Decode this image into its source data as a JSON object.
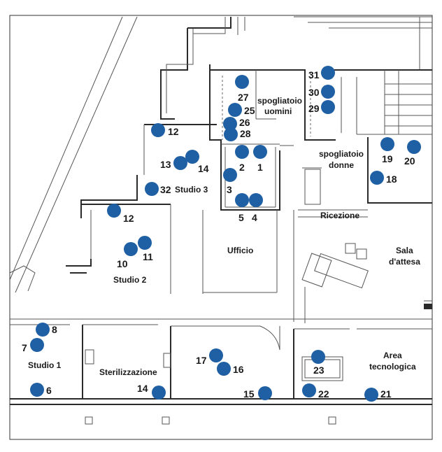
{
  "rooms": {
    "studio1": "Studio 1",
    "sterilizzazione": "Sterilizzazione",
    "studio2": "Studio 2",
    "studio3": "Studio 3",
    "ufficio": "Ufficio",
    "spogliatoio_uomini_1": "spogliatoio",
    "spogliatoio_uomini_2": "uomini",
    "spogliatoio_donne_1": "spogliatoio",
    "spogliatoio_donne_2": "donne",
    "ricezione": "Ricezione",
    "sala_1": "Sala",
    "sala_2": "d'attesa",
    "area_1": "Area",
    "area_2": "tecnologica"
  },
  "markers": [
    {
      "id": "m1",
      "label": "1"
    },
    {
      "id": "m2",
      "label": "2"
    },
    {
      "id": "m3",
      "label": "3"
    },
    {
      "id": "m4",
      "label": "4"
    },
    {
      "id": "m5",
      "label": "5"
    },
    {
      "id": "m6",
      "label": "6"
    },
    {
      "id": "m7",
      "label": "7"
    },
    {
      "id": "m8",
      "label": "8"
    },
    {
      "id": "m10",
      "label": "10"
    },
    {
      "id": "m11",
      "label": "11"
    },
    {
      "id": "m12a",
      "label": "12"
    },
    {
      "id": "m12b",
      "label": "12"
    },
    {
      "id": "m13",
      "label": "13"
    },
    {
      "id": "m14a",
      "label": "14"
    },
    {
      "id": "m14b",
      "label": "14"
    },
    {
      "id": "m15",
      "label": "15"
    },
    {
      "id": "m16",
      "label": "16"
    },
    {
      "id": "m17",
      "label": "17"
    },
    {
      "id": "m18",
      "label": "18"
    },
    {
      "id": "m19",
      "label": "19"
    },
    {
      "id": "m20",
      "label": "20"
    },
    {
      "id": "m21",
      "label": "21"
    },
    {
      "id": "m22",
      "label": "22"
    },
    {
      "id": "m23",
      "label": "23"
    },
    {
      "id": "m25",
      "label": "25"
    },
    {
      "id": "m26",
      "label": "26"
    },
    {
      "id": "m27",
      "label": "27"
    },
    {
      "id": "m28",
      "label": "28"
    },
    {
      "id": "m29",
      "label": "29"
    },
    {
      "id": "m30",
      "label": "30"
    },
    {
      "id": "m31",
      "label": "31"
    },
    {
      "id": "m32",
      "label": "32"
    }
  ],
  "colors": {
    "marker": "#1f5fa3"
  }
}
